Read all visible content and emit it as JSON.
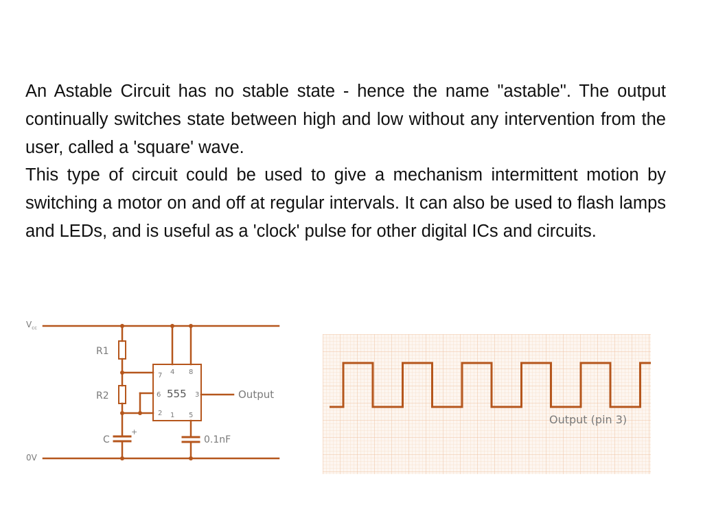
{
  "paragraphs": [
    "An Astable Circuit has no stable state - hence the name \"astable\". The output continually switches state between high and low without any intervention from the user, called a 'square' wave.",
    "This type of circuit could be used to give a mechanism intermittent motion by switching a motor on and off at regular intervals. It can also be used to flash lamps and LEDs, and is useful as a 'clock' pulse for other digital ICs and circuits."
  ],
  "circuit": {
    "vcc_label": "V",
    "vcc_subscript": "cc",
    "ground_label": "0V",
    "r1_label": "R1",
    "r2_label": "R2",
    "c_label": "C",
    "c_polarity": "+",
    "chip_label": "555",
    "pins": {
      "p7": "7",
      "p4": "4",
      "p8": "8",
      "p6": "6",
      "p3": "3",
      "p2": "2",
      "p1": "1",
      "p5": "5"
    },
    "cap2_label": "0.1nF",
    "output_label": "Output"
  },
  "waveform": {
    "label": "Output (pin 3)",
    "cycles": 6
  },
  "colors": {
    "wire": "#b5561c",
    "label": "#7a7a7a",
    "grid_minor": "#f6ddc8",
    "grid_major": "#eec3a2"
  }
}
